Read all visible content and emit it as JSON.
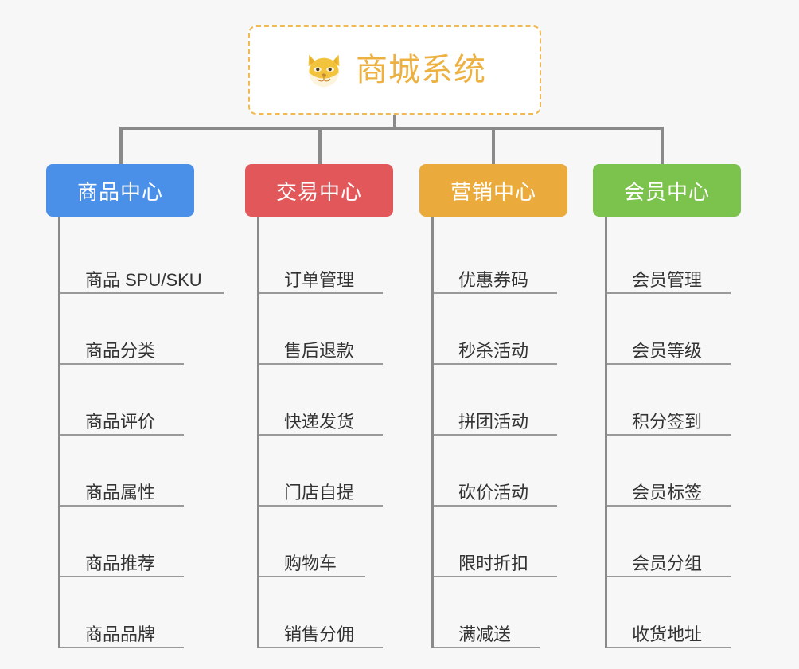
{
  "root": {
    "title": "商城系统",
    "icon": "shiba-dog-face-icon",
    "border_color": "#f0b952",
    "title_color": "#edb142",
    "background": "#ffffff"
  },
  "canvas": {
    "background": "#f7f7f7",
    "connector_color": "#8a8a8a",
    "rule_color": "#9a9a9a"
  },
  "columns": [
    {
      "title": "商品中心",
      "color": "#4a90e8",
      "items": [
        "商品 SPU/SKU",
        "商品分类",
        "商品评价",
        "商品属性",
        "商品推荐",
        "商品品牌"
      ]
    },
    {
      "title": "交易中心",
      "color": "#e2585a",
      "items": [
        "订单管理",
        "售后退款",
        "快递发货",
        "门店自提",
        "购物车",
        "销售分佣"
      ]
    },
    {
      "title": "营销中心",
      "color": "#eaab3c",
      "items": [
        "优惠券码",
        "秒杀活动",
        "拼团活动",
        "砍价活动",
        "限时折扣",
        "满减送"
      ]
    },
    {
      "title": "会员中心",
      "color": "#7cc34d",
      "items": [
        "会员管理",
        "会员等级",
        "积分签到",
        "会员标签",
        "会员分组",
        "收货地址"
      ]
    }
  ]
}
